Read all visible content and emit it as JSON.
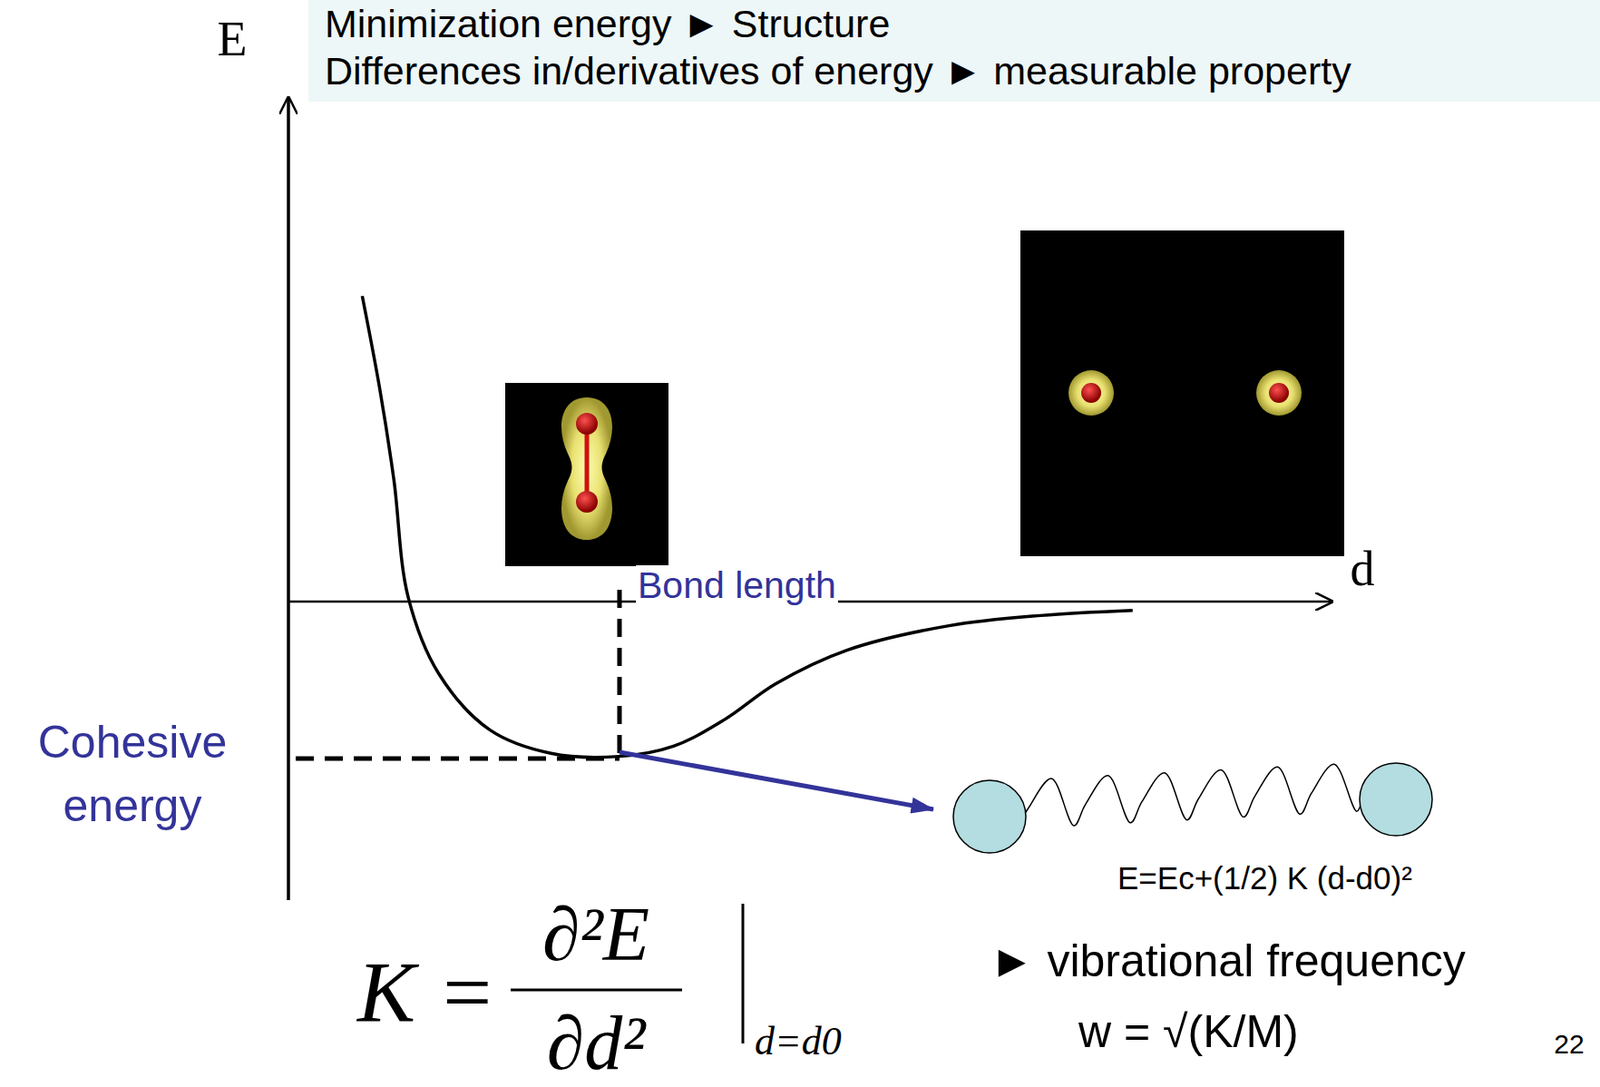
{
  "diagram": {
    "nodes": [
      {
        "text": [
          "Minimization energy ► Structure",
          "Differences in/derivatives of energy ► measurable property"
        ]
      }
    ],
    "labels": [
      "E",
      "d",
      "Bond length",
      "Cohesive energy",
      "E=Ec+(1/2) K (d-d0)²",
      "► vibrational frequency",
      "w = √(K/M)",
      "K =",
      "∂²E",
      "∂d²",
      "d=d0",
      "22"
    ]
  }
}
